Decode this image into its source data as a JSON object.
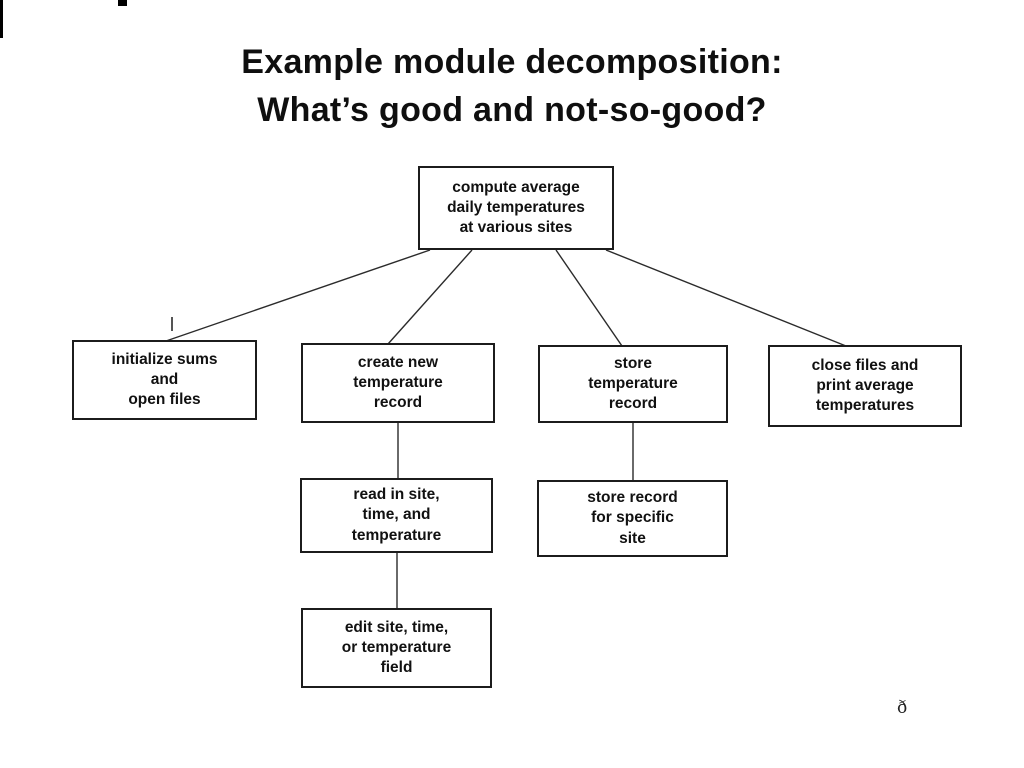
{
  "slide": {
    "title_line1": "Example module decomposition:",
    "title_line2": "What’s good and not-so-good?",
    "footer_glyph": "ð"
  },
  "diagram": {
    "nodes": [
      {
        "id": "compute-average",
        "label": "compute average\ndaily temperatures\nat various sites"
      },
      {
        "id": "initialize-sums",
        "label": "initialize sums\nand\nopen files"
      },
      {
        "id": "create-new-record",
        "label": "create new\ntemperature\nrecord"
      },
      {
        "id": "store-record",
        "label": "store\ntemperature\nrecord"
      },
      {
        "id": "close-files",
        "label": "close files and\nprint average\ntemperatures"
      },
      {
        "id": "read-in-site",
        "label": "read in site,\ntime, and\ntemperature"
      },
      {
        "id": "store-record-specific",
        "label": "store record\nfor specific\nsite"
      },
      {
        "id": "edit-site-time",
        "label": "edit site, time,\nor temperature\nfield"
      }
    ]
  }
}
